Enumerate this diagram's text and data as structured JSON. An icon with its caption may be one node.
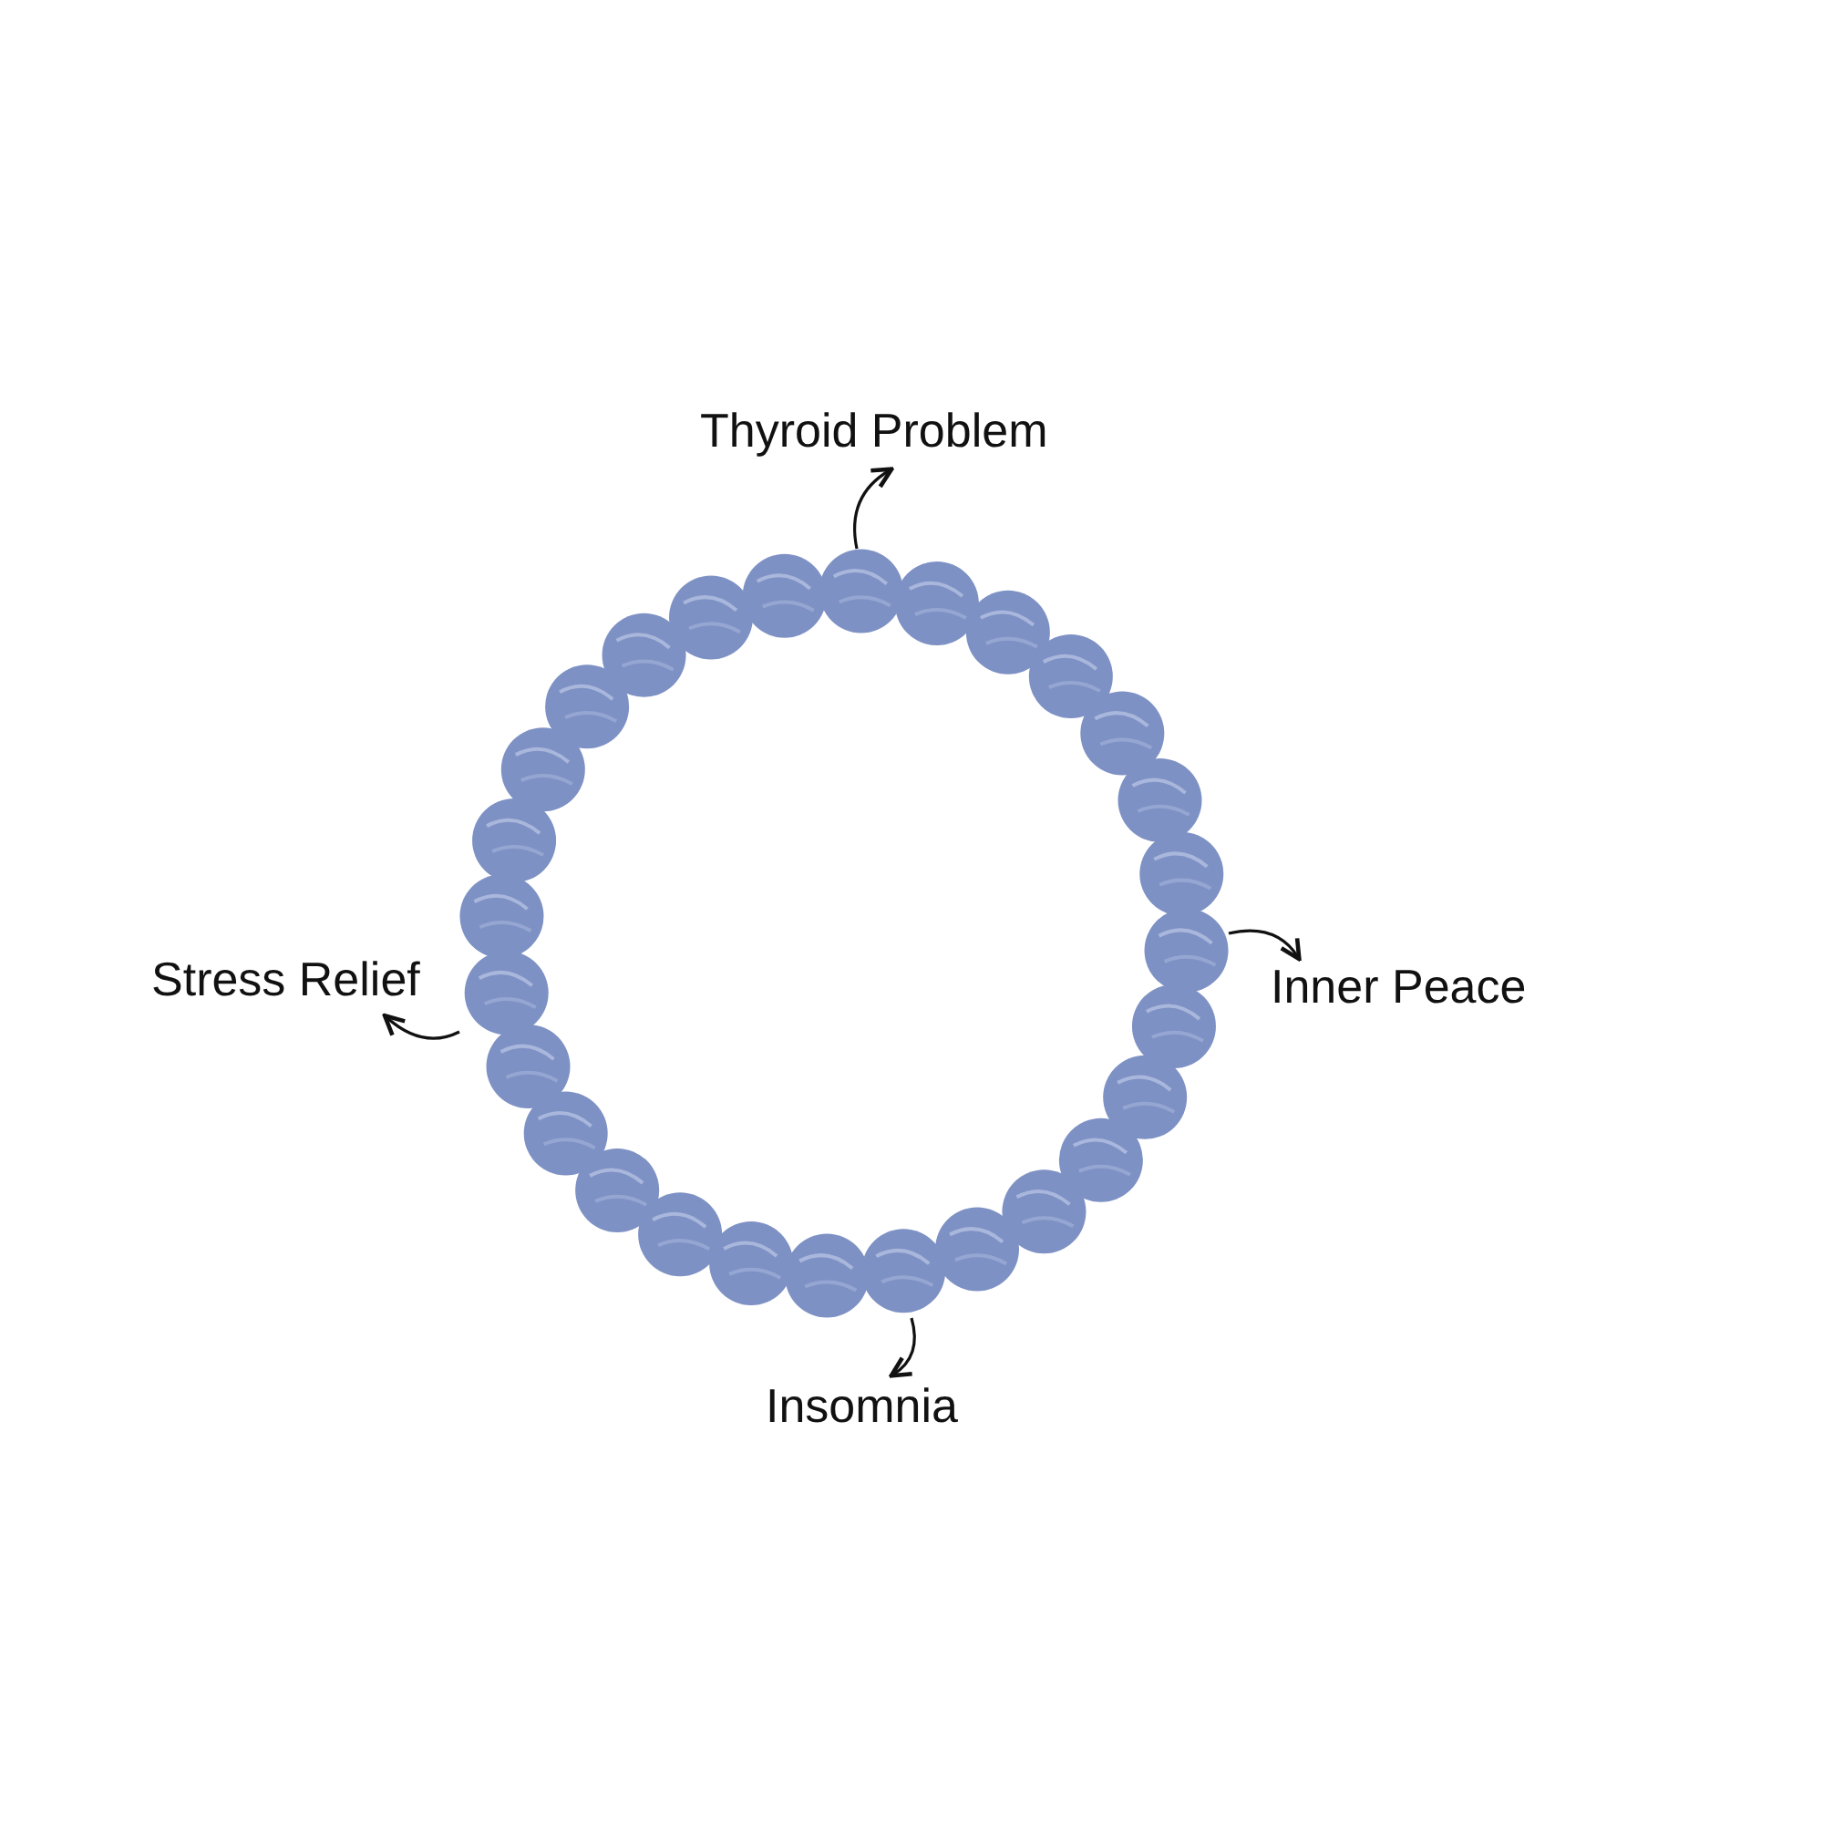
{
  "diagram": {
    "nodes": [
      {
        "text": [
          "Thyroid Problem"
        ]
      },
      {
        "text": [
          "Stress Relief"
        ]
      },
      {
        "text": [
          "Inner Peace"
        ]
      },
      {
        "text": [
          "Insomnia"
        ]
      },
      {
        "text": [],
        "shape": "picture"
      }
    ],
    "edges": [
      {
        "from": 4,
        "to": 0,
        "arrow": "to"
      },
      {
        "from": 4,
        "to": 1,
        "arrow": "to"
      },
      {
        "from": 4,
        "to": 2,
        "arrow": "to"
      },
      {
        "from": 4,
        "to": 3,
        "arrow": "to"
      }
    ]
  }
}
